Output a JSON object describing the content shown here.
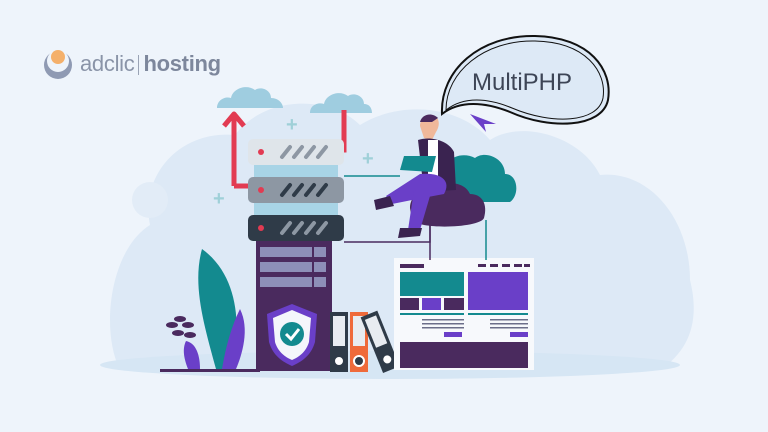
{
  "logo": {
    "brand_light": "adclic",
    "brand_bold": "hosting",
    "icon": "crescent-moon-logo-icon",
    "colors": {
      "moon": "#8f9ab3",
      "dot": "#f4b06b",
      "text": "#8a94a8"
    }
  },
  "speech_bubble": {
    "text": "MultiPHP"
  },
  "illustration": {
    "subject": "web hosting server stack with person using laptop on cloud",
    "elements": [
      "server-rack",
      "cloud-upload-arrows",
      "security-shield-check",
      "file-binders",
      "website-layout-mockup",
      "person-with-laptop",
      "plant",
      "clouds"
    ]
  },
  "colors": {
    "background": "#eef4fb",
    "background_blob": "#dde9f6",
    "purple_dark": "#4a2a5e",
    "purple": "#6a3fc8",
    "teal": "#138a8f",
    "red": "#e23b52",
    "orange": "#ef6a3a",
    "sky_blue": "#9fcde0",
    "slate": "#2f3b48",
    "grey": "#8d97a3",
    "light_grey": "#dfe5ea"
  }
}
